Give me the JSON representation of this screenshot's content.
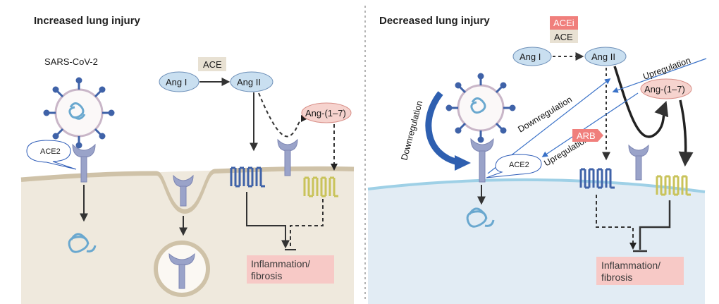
{
  "left_panel": {
    "title": "Increased lung injury",
    "virus_label": "SARS-CoV-2",
    "ace2_callout": "ACE2",
    "ace_box": "ACE",
    "ang1": "Ang I",
    "ang2": "Ang II",
    "ang17": "Ang-(1–7)",
    "outcome_line1": "Inflammation/",
    "outcome_line2": "fibrosis"
  },
  "right_panel": {
    "title": "Decreased lung injury",
    "acei_box": "ACEi",
    "ace_box": "ACE",
    "ang1": "Ang I",
    "ang2": "Ang II",
    "ang17": "Ang-(1–7)",
    "arb_box": "ARB",
    "ace2_callout": "ACE2",
    "downregulation_curved": "Downregulation",
    "downregulation_diag": "Downregulation",
    "upregulation_top": "Upregulation",
    "upregulation_mid": "Upregulation",
    "outcome_line1": "Inflammation/",
    "outcome_line2": "fibrosis"
  },
  "colors": {
    "left_bg": "#efe9dd",
    "left_cell": "#ddd2bc",
    "right_bg": "#f7f9fb",
    "right_cell": "#e2ecf4",
    "membrane_right": "#9ed0e6",
    "ang_bubble": "#c9dff0",
    "ang17_bubble": "#f6d3ce",
    "ace_box": "#e8e1d3",
    "inhibitor_box": "#f07f7c",
    "outcome_box": "#f7c9c6",
    "blue_arrow": "#3a72c8",
    "virus_blue": "#3f62a8"
  }
}
